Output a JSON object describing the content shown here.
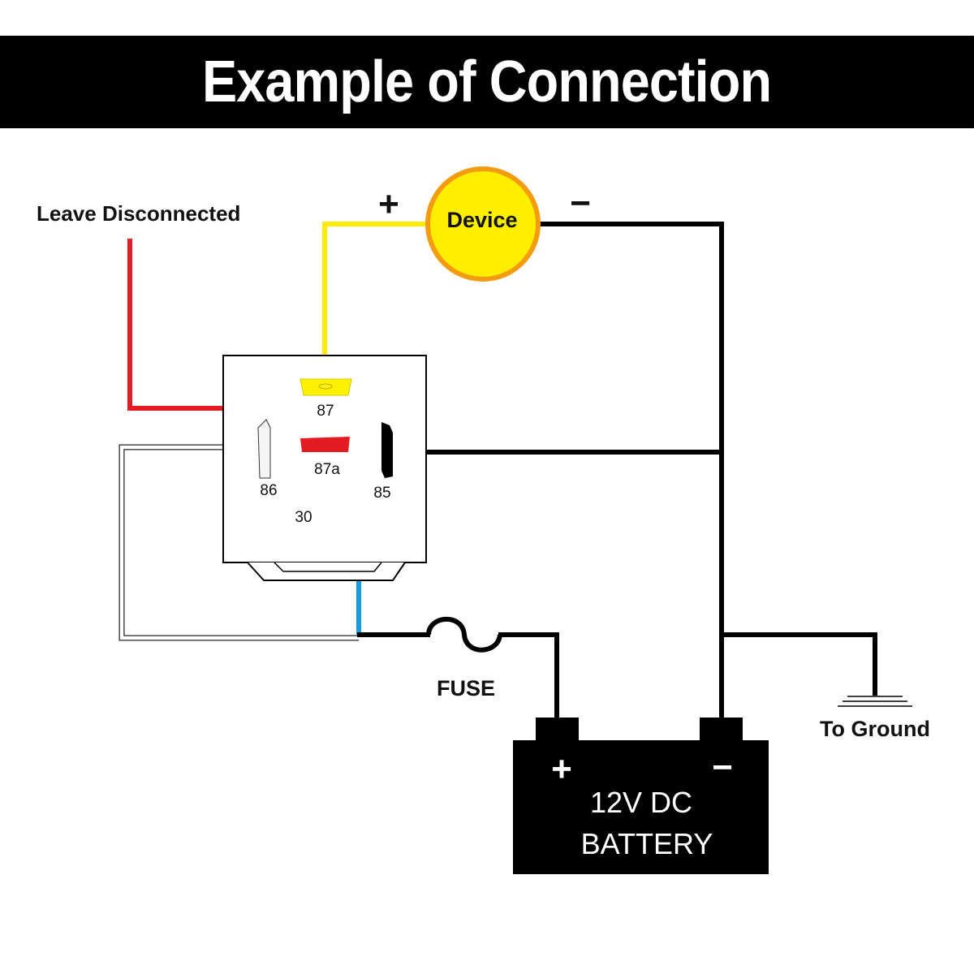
{
  "title": "Example of Connection",
  "labels": {
    "leave_disconnected": "Leave Disconnected",
    "device": "Device",
    "device_plus": "+",
    "device_minus": "−",
    "fuse": "FUSE",
    "to_ground": "To Ground",
    "battery_line1": "12V DC",
    "battery_line2": "BATTERY",
    "battery_plus": "+",
    "battery_minus": "−"
  },
  "relay_pins": {
    "pin_87": "87",
    "pin_87a": "87a",
    "pin_86": "86",
    "pin_85": "85",
    "pin_30": "30"
  },
  "colors": {
    "wire_black": "#000000",
    "wire_yellow": "#ffeb00",
    "wire_red": "#e31b23",
    "wire_blue": "#1a9be0",
    "device_fill": "#ffee00",
    "device_ring": "#f39c12",
    "pin_87_fill": "#fff200",
    "pin_87a_fill": "#e31b23"
  }
}
